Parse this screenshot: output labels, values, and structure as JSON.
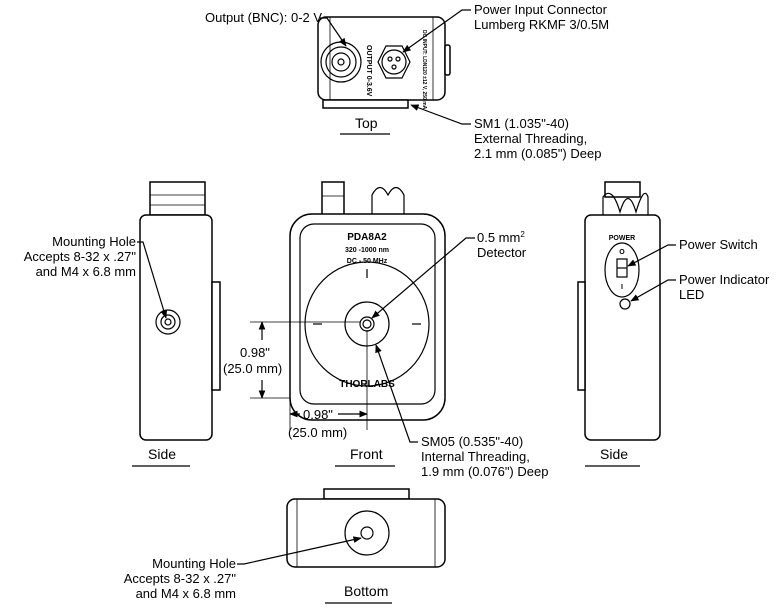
{
  "top_view": {
    "caption": "Top",
    "output_label": "Output (BNC): 0-2 V",
    "power_label_1": "Power Input Connector",
    "power_label_2": "Lumberg RKMF 3/0.5M",
    "thread_label_1": "SM1 (1.035\"-40)",
    "thread_label_2": "External Threading,",
    "thread_label_3": "2.1 mm (0.085\") Deep",
    "printed_output": "OUTPUT 0-3.6V",
    "printed_input": "DC INPUT: LDN120 ±12 V, 250 mA"
  },
  "front_view": {
    "caption": "Front",
    "model": "PDA8A2",
    "wavelength": "320 -1000 nm",
    "bandwidth": "DC - 50 MHz",
    "brand": "THORLABS",
    "detector_label_1": "0.5 mm",
    "detector_label_sup": "2",
    "detector_label_2": "Detector",
    "dim_vertical_1": "0.98\"",
    "dim_vertical_2": "(25.0 mm)",
    "dim_horizontal_1": "0.98\"",
    "dim_horizontal_2": "(25.0 mm)",
    "thread_label_1": "SM05 (0.535\"-40)",
    "thread_label_2": "Internal Threading,",
    "thread_label_3": "1.9 mm (0.076\") Deep"
  },
  "left_side_view": {
    "caption": "Side",
    "mount_label_1": "Mounting Hole",
    "mount_label_2": "Accepts 8-32 x .27\"",
    "mount_label_3": "and M4 x 6.8 mm"
  },
  "right_side_view": {
    "caption": "Side",
    "power_printed": "POWER",
    "switch_on": "I",
    "switch_off": "O",
    "switch_label": "Power Switch",
    "led_label_1": "Power Indicator",
    "led_label_2": "LED"
  },
  "bottom_view": {
    "caption": "Bottom",
    "mount_label_1": "Mounting Hole",
    "mount_label_2": "Accepts 8-32 x .27\"",
    "mount_label_3": "and M4 x 6.8 mm"
  }
}
